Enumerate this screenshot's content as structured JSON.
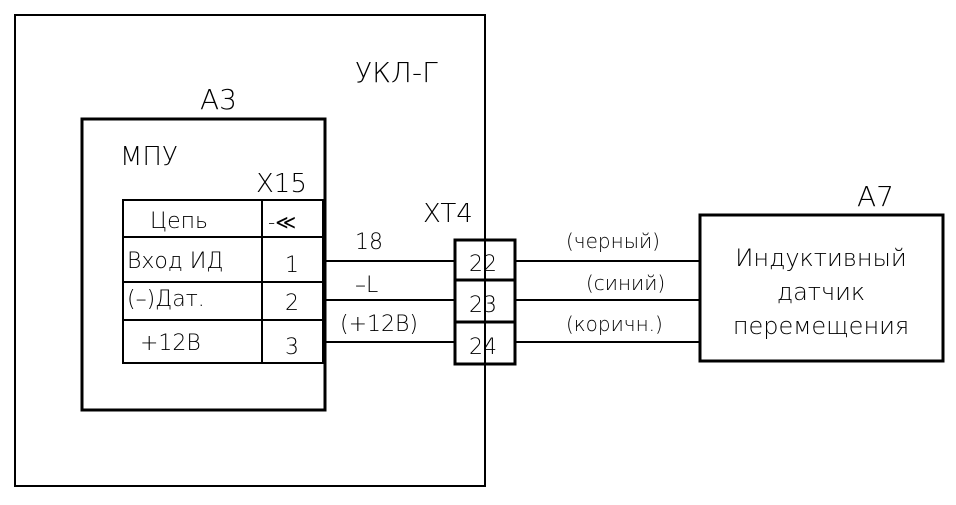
{
  "unit": {
    "label": "УКЛ-Г",
    "module": {
      "ref": "А3",
      "name": "МПУ",
      "connector": {
        "ref": "X15",
        "header": {
          "circuit": "Цепь",
          "symbol": "-≪"
        },
        "rows": [
          {
            "circuit": "Вход ИД",
            "pin": "1"
          },
          {
            "circuit": "(–)Дат.",
            "pin": "2"
          },
          {
            "circuit": "+12В",
            "pin": "3"
          }
        ]
      }
    },
    "wire_labels": [
      "18",
      "–L",
      "(+12В)"
    ],
    "terminal_block": {
      "ref": "XT4",
      "terminals": [
        "22",
        "23",
        "24"
      ]
    }
  },
  "cable_labels": [
    "(черный)",
    "(синий)",
    "(коричн.)"
  ],
  "sensor": {
    "ref": "А7",
    "lines": [
      "Индуктивный",
      "датчик",
      "перемещения"
    ]
  }
}
